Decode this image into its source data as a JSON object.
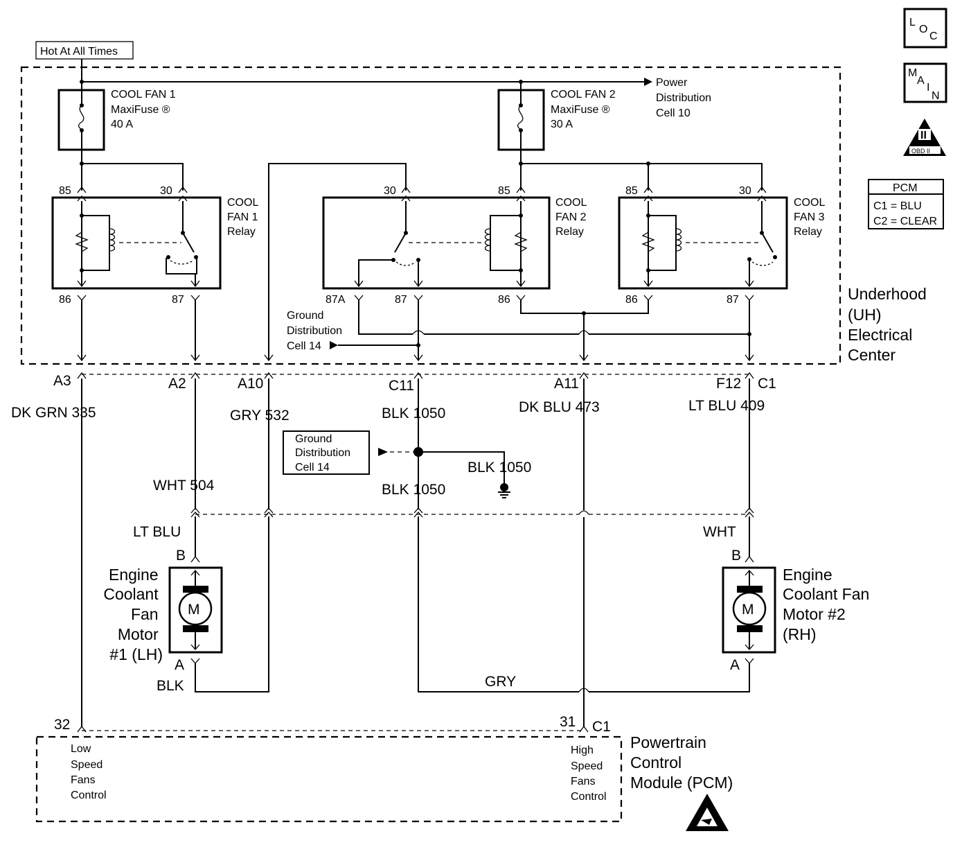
{
  "title": "Hot At All Times",
  "power_distribution": [
    "Power",
    "Distribution",
    "Cell 10"
  ],
  "fuses": {
    "fuse1": [
      "COOL FAN 1",
      "MaxiFuse ®",
      "40 A"
    ],
    "fuse2": [
      "COOL FAN 2",
      "MaxiFuse ®",
      "30 A"
    ]
  },
  "relays": {
    "relay1": {
      "name": [
        "COOL",
        "FAN 1",
        "Relay"
      ],
      "pins": [
        "85",
        "30",
        "86",
        "87"
      ]
    },
    "relay2": {
      "name": [
        "COOL",
        "FAN 2",
        "Relay"
      ],
      "pins": [
        "30",
        "85",
        "87A",
        "87",
        "86"
      ]
    },
    "relay3": {
      "name": [
        "COOL",
        "FAN 3",
        "Relay"
      ],
      "pins": [
        "85",
        "30",
        "86",
        "87"
      ]
    }
  },
  "ground_distribution_inner": [
    "Ground",
    "Distribution",
    "Cell 14"
  ],
  "underhood_label": [
    "Underhood",
    "(UH)",
    "Electrical",
    "Center"
  ],
  "connectors": [
    "A3",
    "A2",
    "A10",
    "C11",
    "A11",
    "F12",
    "C1"
  ],
  "wires": {
    "w335": "DK GRN  335",
    "w532": "GRY  532",
    "w1050a": "BLK  1050",
    "w473": "DK BLU  473",
    "w409": "LT BLU  409",
    "w504": "WHT  504",
    "w1050b": "BLK  1050",
    "w1050c": "BLK  1050",
    "ltblu": "LT BLU",
    "wht": "WHT",
    "blk": "BLK",
    "gry": "GRY"
  },
  "ground_distribution_box": [
    "Ground",
    "Distribution",
    "Cell 14"
  ],
  "motor1": {
    "label": [
      "Engine",
      "Coolant",
      "Fan",
      "Motor",
      "#1 (LH)"
    ],
    "pin_b": "B",
    "pin_a": "A",
    "symbol": "M"
  },
  "motor2": {
    "label": [
      "Engine",
      "Coolant Fan",
      "Motor #2",
      "(RH)"
    ],
    "pin_b": "B",
    "pin_a": "A",
    "symbol": "M"
  },
  "pcm": {
    "pin_low": "32",
    "pin_high": "31",
    "pin_high_conn": "C1",
    "low_text": [
      "Low",
      "Speed",
      "Fans",
      "Control"
    ],
    "high_text": [
      "High",
      "Speed",
      "Fans",
      "Control"
    ],
    "name": [
      "Powertrain",
      "Control",
      "Module (PCM)"
    ]
  },
  "badges": {
    "loc": [
      "L",
      "O",
      "C"
    ],
    "main": [
      "M",
      "A",
      "I",
      "N"
    ],
    "obd": [
      "II",
      "OBD II"
    ]
  },
  "pcm_legend": {
    "header": "PCM",
    "lines": [
      "C1 = BLU",
      "C2 = CLEAR"
    ]
  },
  "icons": [
    "fuse-icon",
    "relay-coil-icon",
    "resistor-icon",
    "switch-icon",
    "motor-icon",
    "ground-icon",
    "esd-warning-icon",
    "obd-ii-icon"
  ]
}
